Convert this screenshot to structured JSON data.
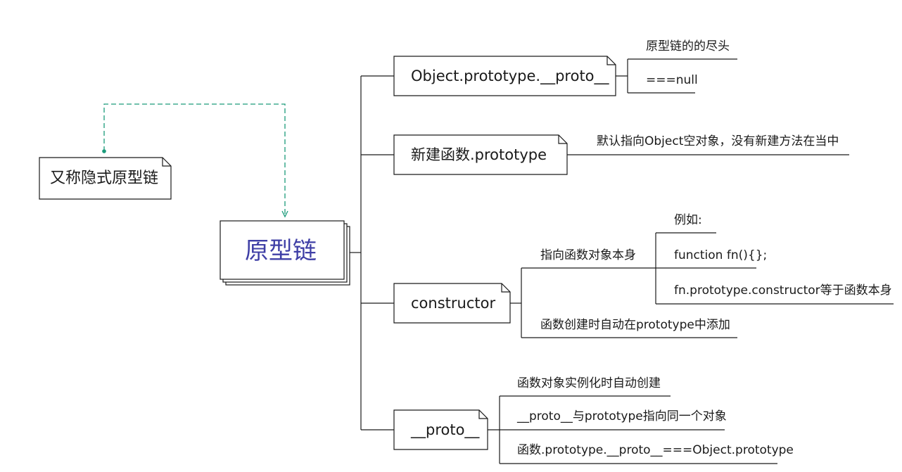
{
  "colors": {
    "line": "#1a1a1a",
    "center_text": "#3f3fa6",
    "dashed_link": "#1a9a7a"
  },
  "center": {
    "label": "原型链"
  },
  "side_note": {
    "label": "又称隐式原型链"
  },
  "branches": [
    {
      "label": "Object.prototype.__proto__",
      "notes": [
        "原型链的的尽头",
        "===null"
      ]
    },
    {
      "label": "新建函数.prototype",
      "notes": [
        "默认指向Object空对象，没有新建方法在当中"
      ]
    },
    {
      "label": "constructor",
      "notes": [
        "指向函数对象本身",
        "函数创建时自动在prototype中添加"
      ],
      "subnotes": [
        "例如:",
        "function fn(){};",
        "fn.prototype.constructor等于函数本身"
      ]
    },
    {
      "label": "__proto__",
      "notes": [
        "函数对象实例化时自动创建",
        "__proto__与prototype指向同一个对象",
        "函数.prototype.__proto__===Object.prototype"
      ]
    }
  ]
}
